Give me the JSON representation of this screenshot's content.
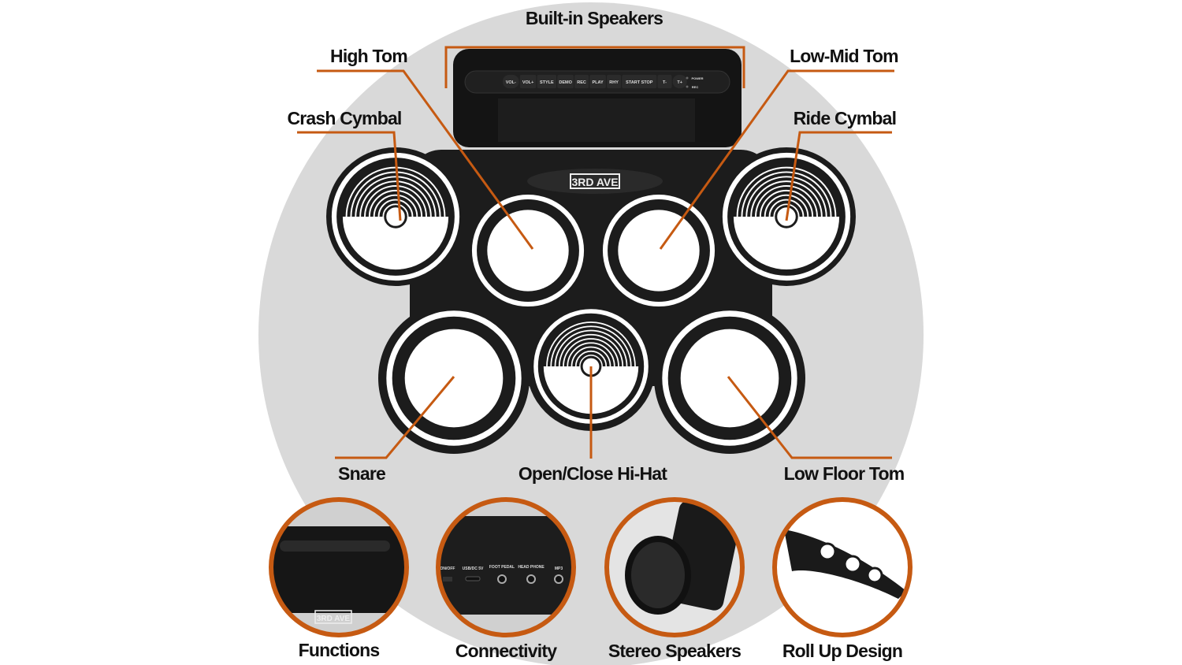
{
  "labels": {
    "speakers": "Built-in Speakers",
    "high_tom": "High Tom",
    "low_mid_tom": "Low-Mid Tom",
    "crash": "Crash Cymbal",
    "ride": "Ride Cymbal",
    "snare": "Snare",
    "hihat": "Open/Close Hi-Hat",
    "floor_tom": "Low Floor Tom"
  },
  "device": {
    "brand": "3RD AVE",
    "buttons": [
      "VOL-",
      "VOL+",
      "STYLE",
      "DEMO",
      "REC",
      "PLAY",
      "RHY",
      "START STOP",
      "T-",
      "T+"
    ],
    "indicators": [
      "POWER",
      "REC"
    ],
    "ports": [
      "ON/OFF",
      "USB/DC 5V",
      "FOOT PEDAL",
      "HEAD PHONE",
      "MP3"
    ]
  },
  "features": [
    "Functions",
    "Connectivity",
    "Stereo Speakers",
    "Roll Up Design"
  ],
  "colors": {
    "accent": "#c65a12",
    "background_circle": "#d9d9d9",
    "device": "#1a1a1a"
  }
}
